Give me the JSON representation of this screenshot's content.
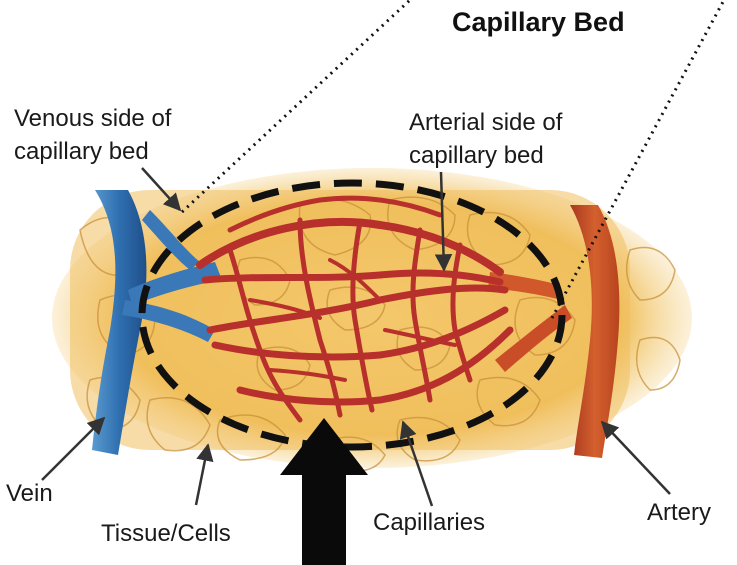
{
  "title": "Capillary Bed",
  "labels": {
    "venous_line1": "Venous side of",
    "venous_line2": "capillary bed",
    "arterial_line1": "Arterial side of",
    "arterial_line2": "capillary bed",
    "vein": "Vein",
    "tissue": "Tissue/Cells",
    "capillaries": "Capillaries",
    "artery": "Artery"
  },
  "colors": {
    "tissue": "#f2c060",
    "vein": "#2f6fb0",
    "artery": "#c9502a",
    "capillary": "#b8302c",
    "ink": "#111111"
  }
}
